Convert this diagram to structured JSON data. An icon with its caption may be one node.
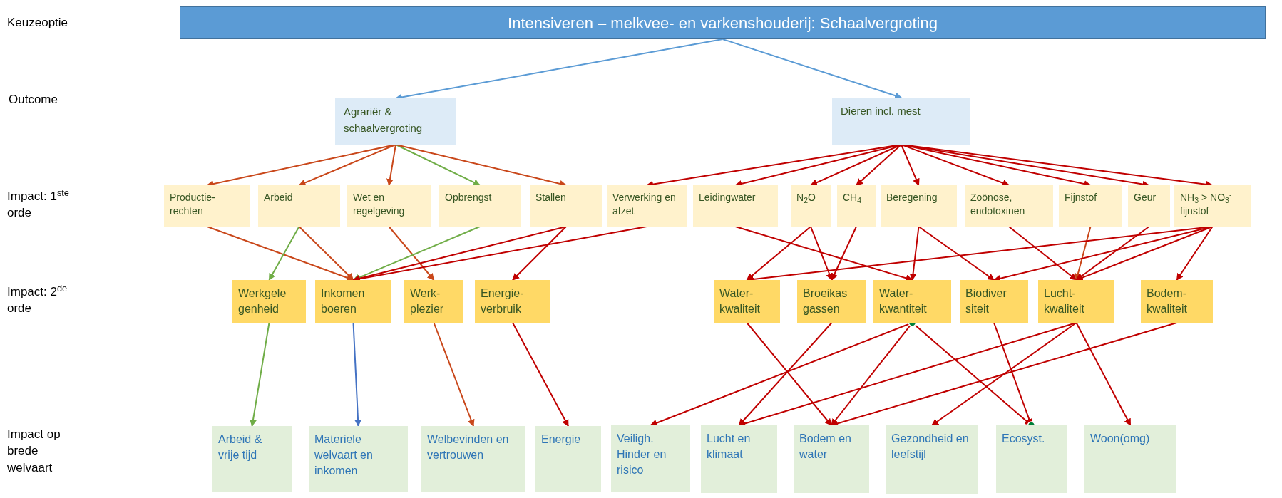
{
  "diagram": {
    "nodes": [
      {
        "text": [
          "Intensiveren – melkvee- en varkenshouderij: Schaalvergroting"
        ]
      },
      {
        "text": [
          "Agrariër & schaalvergroting"
        ]
      },
      {
        "text": [
          "Dieren incl. mest"
        ]
      },
      {
        "text": [
          "Productie-rechten"
        ]
      },
      {
        "text": [
          "Arbeid"
        ]
      },
      {
        "text": [
          "Wet en regelgeving"
        ]
      },
      {
        "text": [
          "Opbrengst"
        ]
      },
      {
        "text": [
          "Stallen"
        ]
      },
      {
        "text": [
          "Verwerking en afzet"
        ]
      },
      {
        "text": [
          "Leidingwater"
        ]
      },
      {
        "text": [
          "N$_{2}$O"
        ]
      },
      {
        "text": [
          "CH$_{4}$"
        ]
      },
      {
        "text": [
          "Beregening"
        ]
      },
      {
        "text": [
          "Zoönose, endotoxinen"
        ]
      },
      {
        "text": [
          "Fijnstof"
        ]
      },
      {
        "text": [
          "Geur"
        ]
      },
      {
        "text": [
          "NH$_{3}$ > NO$_{3}$$^{-}$ fijnstof"
        ]
      },
      {
        "text": [
          "Werkgele genheid"
        ]
      },
      {
        "text": [
          "Inkomen boeren"
        ]
      },
      {
        "text": [
          "Werk-plezier"
        ]
      },
      {
        "text": [
          "Energie-verbruik"
        ]
      },
      {
        "text": [
          "Water-kwaliteit"
        ]
      },
      {
        "text": [
          "Broeikas gassen"
        ]
      },
      {
        "text": [
          "Water-kwantiteit"
        ]
      },
      {
        "text": [
          "Biodiver siteit"
        ]
      },
      {
        "text": [
          "Lucht-kwaliteit"
        ]
      },
      {
        "text": [
          "Bodem-kwaliteit"
        ]
      },
      {
        "text": [
          "Arbeid & vrije tijd"
        ]
      },
      {
        "text": [
          "Materiele welvaart en inkomen"
        ]
      },
      {
        "text": [
          "Welbevinden en vertrouwen"
        ]
      },
      {
        "text": [
          "Energie"
        ]
      },
      {
        "text": [
          "Veiligh. Hinder en risico"
        ]
      },
      {
        "text": [
          "Lucht en klimaat"
        ]
      },
      {
        "text": [
          "Bodem en water"
        ]
      },
      {
        "text": [
          "Gezondheid en leefstijl"
        ]
      },
      {
        "text": [
          "Ecosyst."
        ]
      },
      {
        "text": [
          "Woon(omg)"
        ]
      }
    ],
    "edges": [
      {
        "from": 0,
        "to": 1,
        "arrow": "to",
        "color": "#5b9bd5"
      },
      {
        "from": 0,
        "to": 2,
        "arrow": "to",
        "color": "#5b9bd5"
      },
      {
        "from": 1,
        "to": 3,
        "arrow": "to",
        "color": "#c9471a"
      },
      {
        "from": 1,
        "to": 4,
        "arrow": "to",
        "color": "#c9471a"
      },
      {
        "from": 1,
        "to": 5,
        "arrow": "to",
        "color": "#c9471a"
      },
      {
        "from": 1,
        "to": 6,
        "arrow": "to",
        "color": "#70ad47"
      },
      {
        "from": 1,
        "to": 7,
        "arrow": "to",
        "color": "#c9471a"
      },
      {
        "from": 2,
        "to": 8,
        "arrow": "to"
      },
      {
        "from": 2,
        "to": 9,
        "arrow": "to"
      },
      {
        "from": 2,
        "to": 10,
        "arrow": "to"
      },
      {
        "from": 2,
        "to": 11,
        "arrow": "to"
      },
      {
        "from": 2,
        "to": 12,
        "arrow": "to"
      },
      {
        "from": 2,
        "to": 13,
        "arrow": "to"
      },
      {
        "from": 2,
        "to": 14,
        "arrow": "to"
      },
      {
        "from": 2,
        "to": 15,
        "arrow": "to"
      },
      {
        "from": 2,
        "to": 16,
        "arrow": "to"
      },
      {
        "from": 3,
        "to": 18,
        "arrow": "to",
        "color": "#c9471a"
      },
      {
        "from": 4,
        "to": 17,
        "arrow": "to",
        "color": "#70ad47"
      },
      {
        "from": 4,
        "to": 18,
        "arrow": "to",
        "color": "#c9471a"
      },
      {
        "from": 5,
        "to": 19,
        "arrow": "to",
        "color": "#c9471a"
      },
      {
        "from": 6,
        "to": 18,
        "arrow": "to",
        "color": "#70ad47"
      },
      {
        "from": 7,
        "to": 18,
        "arrow": "to"
      },
      {
        "from": 7,
        "to": 20,
        "arrow": "to"
      },
      {
        "from": 8,
        "to": 18,
        "arrow": "to"
      },
      {
        "from": 9,
        "to": 23,
        "arrow": "to"
      },
      {
        "from": 10,
        "to": 21,
        "arrow": "to"
      },
      {
        "from": 10,
        "to": 22,
        "arrow": "to"
      },
      {
        "from": 11,
        "to": 22,
        "arrow": "to"
      },
      {
        "from": 12,
        "to": 23,
        "arrow": "to"
      },
      {
        "from": 12,
        "to": 24,
        "arrow": "to"
      },
      {
        "from": 13,
        "to": 25,
        "arrow": "to"
      },
      {
        "from": 14,
        "to": 25,
        "arrow": "to",
        "color": "#c9471a"
      },
      {
        "from": 15,
        "to": 25,
        "arrow": "to"
      },
      {
        "from": 16,
        "to": 21,
        "arrow": "to"
      },
      {
        "from": 16,
        "to": 24,
        "arrow": "to"
      },
      {
        "from": 16,
        "to": 25,
        "arrow": "to"
      },
      {
        "from": 16,
        "to": 26,
        "arrow": "to"
      },
      {
        "from": 17,
        "to": 27,
        "arrow": "to",
        "color": "#70ad47"
      },
      {
        "from": 18,
        "to": 28,
        "arrow": "to",
        "color": "#4472c4"
      },
      {
        "from": 19,
        "to": 29,
        "arrow": "to",
        "color": "#c9471a"
      },
      {
        "from": 20,
        "to": 30,
        "arrow": "to"
      },
      {
        "from": 21,
        "to": 33,
        "arrow": "to"
      },
      {
        "from": 22,
        "to": 32,
        "arrow": "to"
      },
      {
        "from": 23,
        "to": 31,
        "arrow": "to"
      },
      {
        "from": 23,
        "to": 33,
        "arrow": "to"
      },
      {
        "from": 23,
        "to": 35,
        "arrow": "to"
      },
      {
        "from": 24,
        "to": 35,
        "arrow": "to"
      },
      {
        "from": 25,
        "to": 32,
        "arrow": "to"
      },
      {
        "from": 25,
        "to": 34,
        "arrow": "to"
      },
      {
        "from": 25,
        "to": 36,
        "arrow": "to"
      },
      {
        "from": 26,
        "to": 33,
        "arrow": "to"
      }
    ],
    "labels": [
      "Keuzeoptie",
      "Outcome",
      "Impact: 1$^{ste}$ orde",
      "Impact: 2$^{de}$ orde",
      "Impact op brede welvaart"
    ]
  }
}
